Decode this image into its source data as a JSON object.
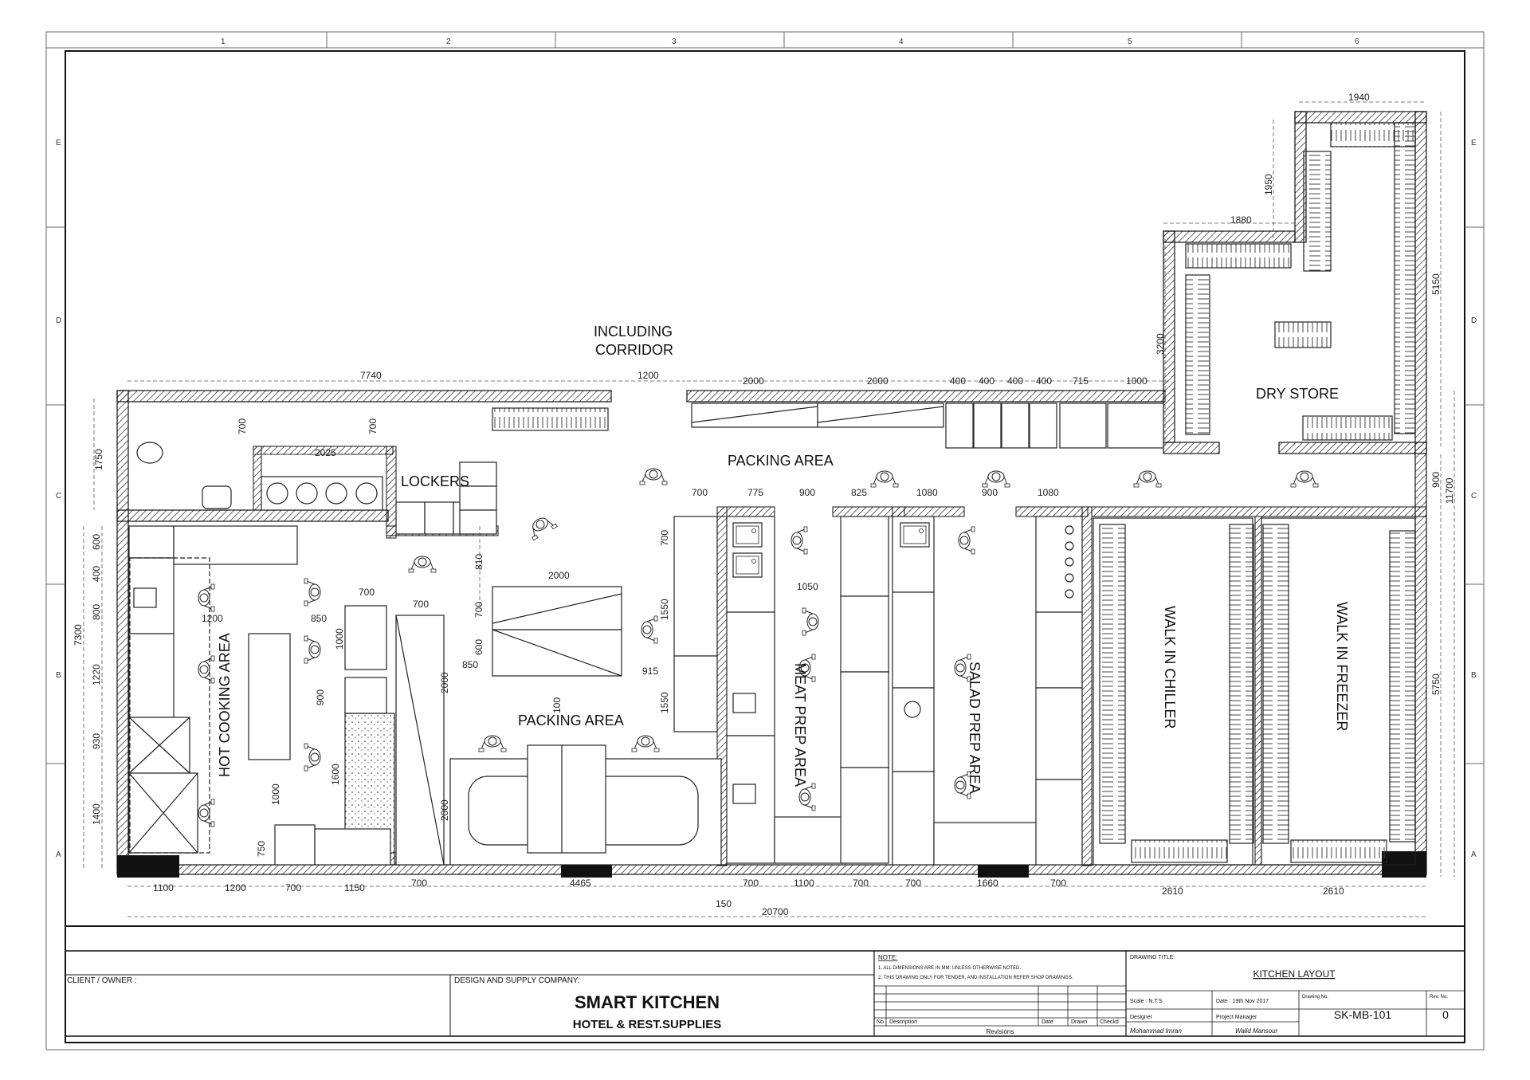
{
  "grid": {
    "columns": [
      "1",
      "2",
      "3",
      "4",
      "5",
      "6"
    ],
    "rows": [
      "E",
      "D",
      "C",
      "B",
      "A"
    ]
  },
  "rooms": {
    "including_corridor_l1": "INCLUDING",
    "including_corridor_l2": "CORRIDOR",
    "packing_area_top": "PACKING AREA",
    "lockers": "LOCKERS",
    "dry_store": "DRY STORE",
    "hot_cooking": "HOT COOKING AREA",
    "packing_area_mid": "PACKING AREA",
    "meat_prep": "MEAT  PREP AREA",
    "salad_prep": "SALAD PREP AREA",
    "walk_in_chiller": "WALK IN CHILLER",
    "walk_in_freezer": "WALK IN FREEZER"
  },
  "dimensions": {
    "d7740": "7740",
    "d1200a": "1200",
    "d2000a": "2000",
    "d2000b": "2000",
    "d400a": "400",
    "d400b": "400",
    "d400c": "400",
    "d400d": "400",
    "d715": "715",
    "d1000": "1000",
    "d1940": "1940",
    "d1950": "1950",
    "d1880": "1880",
    "d3200": "3200",
    "d5150": "5150",
    "d900r": "900",
    "d11700": "11700",
    "d5750": "5750",
    "d1750": "1750",
    "d700a": "700",
    "d700b": "700",
    "d2025": "2025",
    "d7300": "7300",
    "d600a": "600",
    "d400e": "400",
    "d800": "800",
    "d1220": "1220",
    "d930": "930",
    "d1400": "1400",
    "d1200b": "1200",
    "d700c": "700",
    "d850a": "850",
    "d1000b": "1000",
    "d900b": "900",
    "d700d": "700",
    "d2000c": "2000",
    "d1000c": "1000",
    "d1600": "1600",
    "d750": "750",
    "d810": "810",
    "d2000d": "2000",
    "d700e": "700",
    "d600b": "600",
    "d850b": "850",
    "d915": "915",
    "d100": "100",
    "d2000e": "2000",
    "d700f": "700",
    "d700g": "700",
    "d775": "775",
    "d900c": "900",
    "d825": "825",
    "d1080a": "1080",
    "d900d": "900",
    "d1080b": "1080",
    "d1550a": "1550",
    "d1550b": "1550",
    "d1050": "1050",
    "b1100": "1100",
    "b1200": "1200",
    "b700a": "700",
    "b1150": "1150",
    "b700b": "700",
    "b4465": "4465",
    "b700c": "700",
    "b1100b": "1100",
    "b700d": "700",
    "b700e": "700",
    "b1660": "1660",
    "b700f": "700",
    "b2610a": "2610",
    "b2610b": "2610",
    "b150": "150",
    "b20700": "20700"
  },
  "title_block": {
    "client_label": "CLIENT / OWNER :",
    "design_label": "DESIGN AND SUPPLY COMPANY:",
    "company_name": "SMART KITCHEN",
    "company_sub": "HOTEL & REST.SUPPLIES",
    "note_label": "NOTE:",
    "note_1": "1. ALL DIMENSIONS ARE IN MM. UNLESS  OTHERWISE NOTED.",
    "note_2": "2. THIS DRAWING ONLY FOR TENDER, AND INSTALLATION REFER SHOP DRAWINGS.",
    "rev_no": "No",
    "rev_desc": "Description",
    "rev_date": "Date",
    "rev_drawn": "Drawn",
    "rev_checkd": "Checkd",
    "revisions": "Revisions",
    "drawing_title_label": "DRAWING TITLE:",
    "drawing_title": "KITCHEN  LAYOUT",
    "scale": "Scale :  N.T.S",
    "date": "Date : 19th Nov 2017",
    "drawing_no_label": "Drawing No.",
    "rev_label": "Rev. No.",
    "designer_label": "Designer",
    "designer_name": "Mohammad Imran",
    "pm_label": "Project Manager",
    "pm_name": "Walid Mansour",
    "drawing_no": "SK-MB-101",
    "rev_value": "0"
  }
}
